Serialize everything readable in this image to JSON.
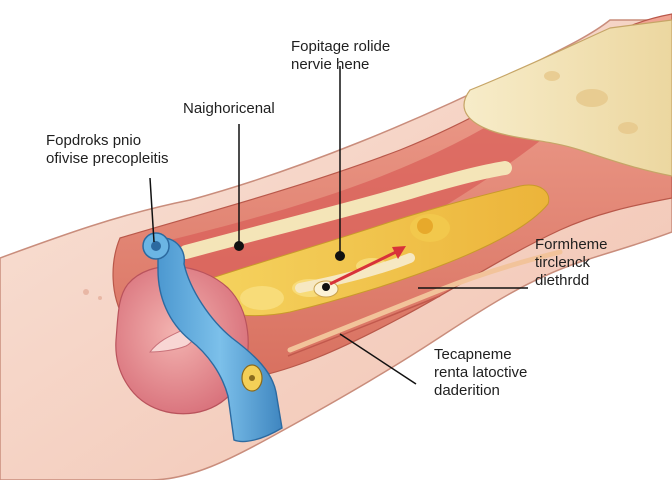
{
  "diagram": {
    "labels": [
      {
        "id": "top-left",
        "lines": [
          "Fopdroks pnio",
          "ofivise precopleitis"
        ]
      },
      {
        "id": "upper-middle",
        "lines": [
          "Naighoricenal"
        ]
      },
      {
        "id": "top-right",
        "lines": [
          "Fopitage rolide",
          "nervie hene"
        ]
      },
      {
        "id": "right-middle",
        "lines": [
          "Formheme",
          "tirclenck",
          "diethrdd"
        ]
      },
      {
        "id": "lower-right",
        "lines": [
          "Tecapneme",
          "renta latoctive",
          "daderition"
        ]
      }
    ],
    "colors": {
      "outer_tissue": "#f6d3c4",
      "muscle_layer": "#e88f7e",
      "inner_lining": "#d95e52",
      "fatty_core": "#f2c64a",
      "bone": "#f3e2b6",
      "nerve_band": "#5aa9dc",
      "gland": "#e58a8c",
      "arrow": "#d8323a",
      "leader_line": "#111111"
    }
  }
}
